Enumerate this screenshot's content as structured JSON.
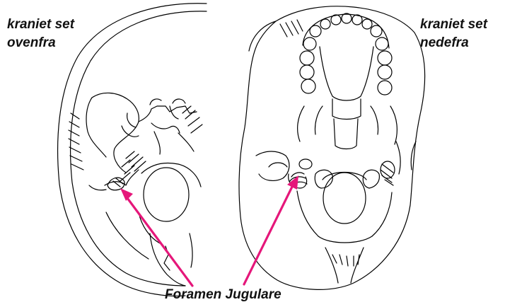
{
  "labels": {
    "top_view": [
      "kraniet set",
      "ovenfra"
    ],
    "bottom_view": [
      "kraniet set",
      "nedefra"
    ],
    "pointer": "Foramen Jugulare"
  },
  "colors": {
    "arrow": "#e5177a",
    "line_art": "#000000",
    "background": "#ffffff"
  }
}
